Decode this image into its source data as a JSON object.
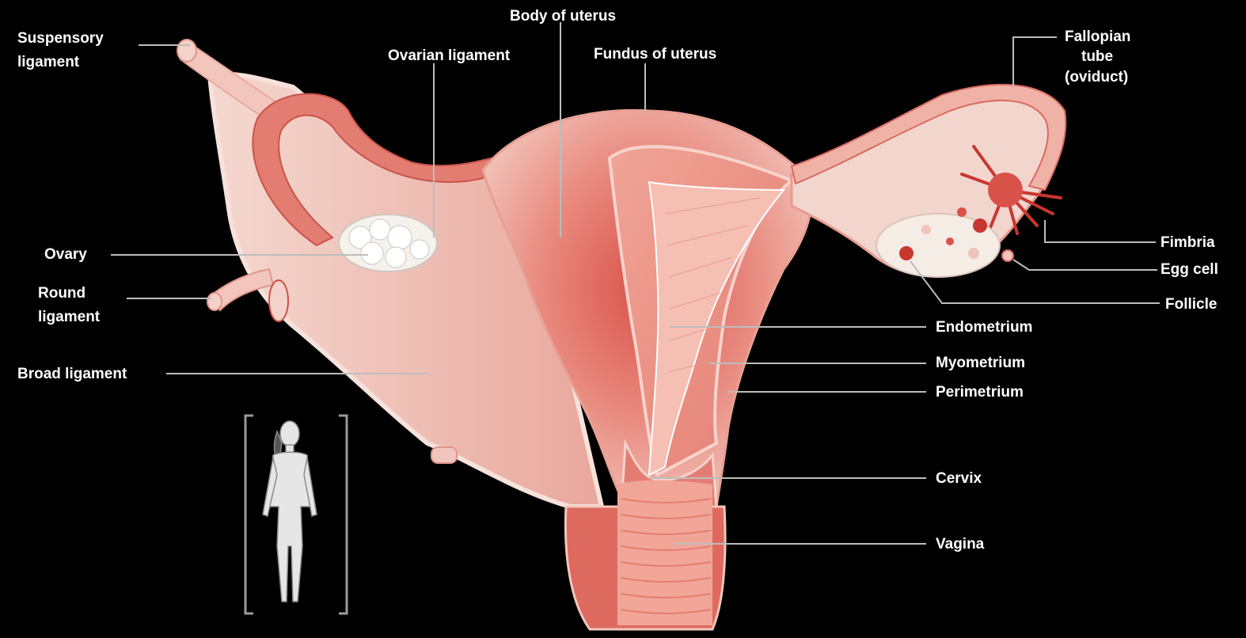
{
  "labels": {
    "suspensory_ligament_1": "Suspensory",
    "suspensory_ligament_2": "ligament",
    "ovarian_ligament": "Ovarian ligament",
    "body_of_uterus": "Body of uterus",
    "fundus_of_uterus": "Fundus of uterus",
    "fallopian_tube_1": "Fallopian",
    "fallopian_tube_2": "tube",
    "fallopian_tube_3": "(oviduct)",
    "ovary": "Ovary",
    "round_ligament_1": "Round",
    "round_ligament_2": "ligament",
    "broad_ligament": "Broad ligament",
    "fimbria": "Fimbria",
    "egg_cell": "Egg cell",
    "follicle": "Follicle",
    "endometrium": "Endometrium",
    "myometrium": "Myometrium",
    "perimetrium": "Perimetrium",
    "cervix": "Cervix",
    "vagina": "Vagina"
  },
  "colors": {
    "background": "#000000",
    "label_text": "#ffffff",
    "leader_line": "#bdbdbd",
    "tissue_base": "#f2c6bc",
    "tissue_deep": "#d9524a",
    "tissue_mid": "#e98b80",
    "ovary_white": "#f5f1ec",
    "bracket": "#9a9a9a"
  },
  "icons": {
    "body_figure": "female-body-silhouette-icon"
  }
}
